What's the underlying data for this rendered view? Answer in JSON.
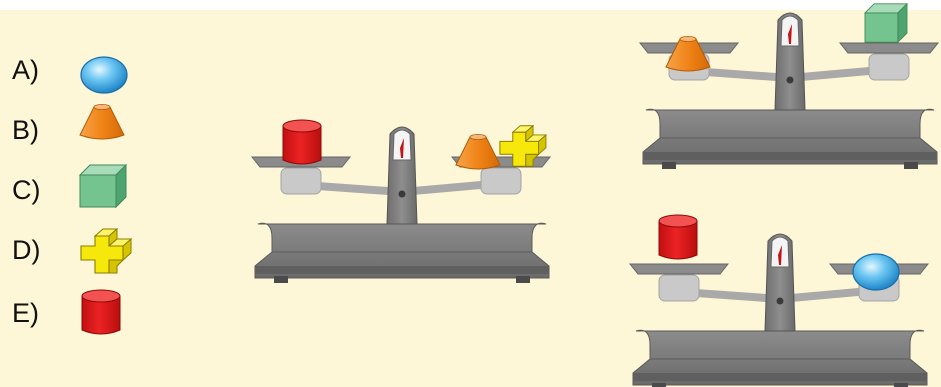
{
  "options": [
    {
      "label": "A)",
      "shape": "blue-sphere-icon"
    },
    {
      "label": "B)",
      "shape": "orange-cone-icon"
    },
    {
      "label": "C)",
      "shape": "green-cube-icon"
    },
    {
      "label": "D)",
      "shape": "yellow-cross-block-icon"
    },
    {
      "label": "E)",
      "shape": "red-cylinder-icon"
    }
  ],
  "scales": [
    {
      "left_pan": [
        "red-cylinder"
      ],
      "right_pan": [
        "orange-cone",
        "yellow-cross-block"
      ]
    },
    {
      "left_pan": [
        "orange-cone"
      ],
      "right_pan": [
        "green-cube"
      ]
    },
    {
      "left_pan": [
        "red-cylinder"
      ],
      "right_pan": [
        "blue-sphere"
      ]
    }
  ],
  "colors": {
    "background": "#fdf7d8",
    "scale_gray": "#7d7d7d",
    "sphere": "#4fb6ea",
    "cone": "#f28a1c",
    "cube": "#6fc08c",
    "cross": "#f4e60a",
    "cylinder": "#e21b1b"
  }
}
